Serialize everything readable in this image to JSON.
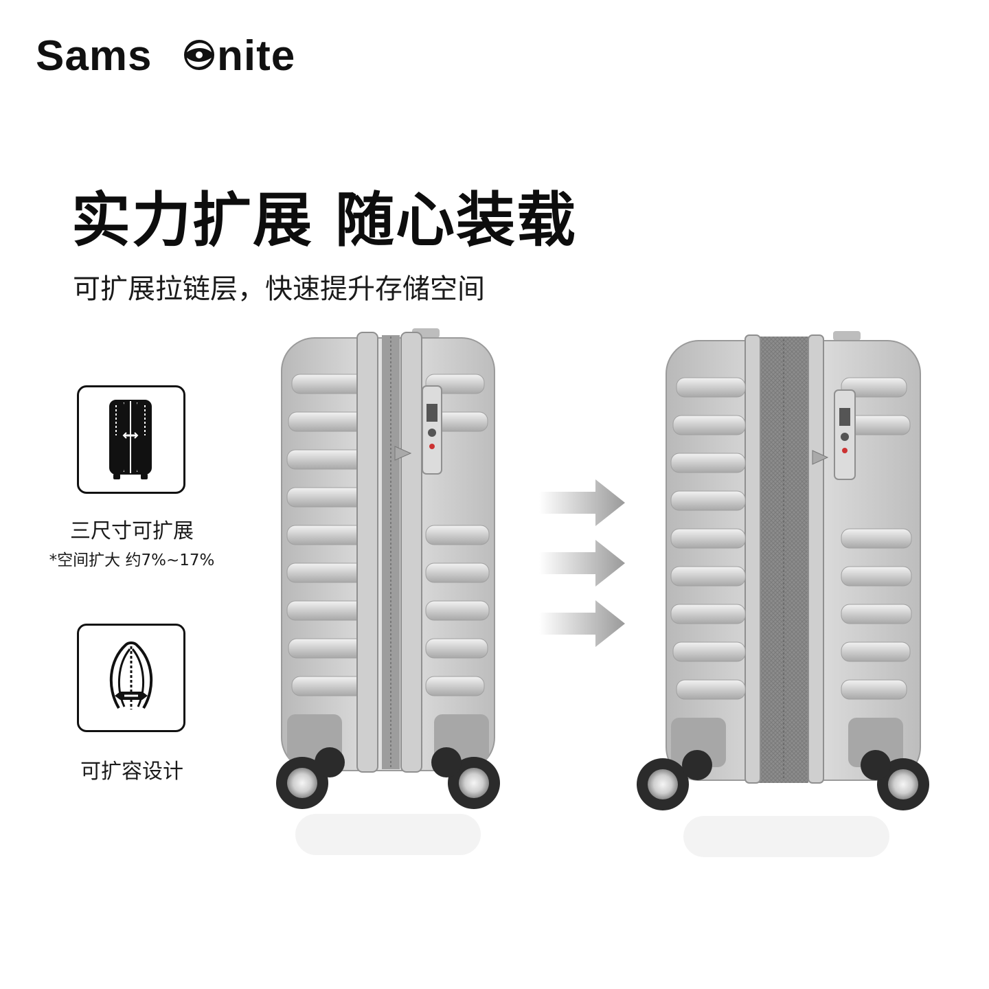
{
  "brand": {
    "logo_text": "Samsonite",
    "logo_color": "#111111"
  },
  "headline": "实力扩展 随心装载",
  "subheadline": "可扩展拉链层，快速提升存储空间",
  "features": [
    {
      "icon": "expandable-suitcase-icon",
      "label": "三尺寸可扩展",
      "note": "*空间扩大 约7%~17%"
    },
    {
      "icon": "expansion-zipper-icon",
      "label": "可扩容设计"
    }
  ],
  "illustration": {
    "before": "suitcase-closed",
    "after": "suitcase-expanded",
    "arrow_count": 3,
    "shell_color": "#c9c9c9",
    "gusset_color": "#8c8c8c",
    "arrow_color": "#9a9a9a"
  }
}
